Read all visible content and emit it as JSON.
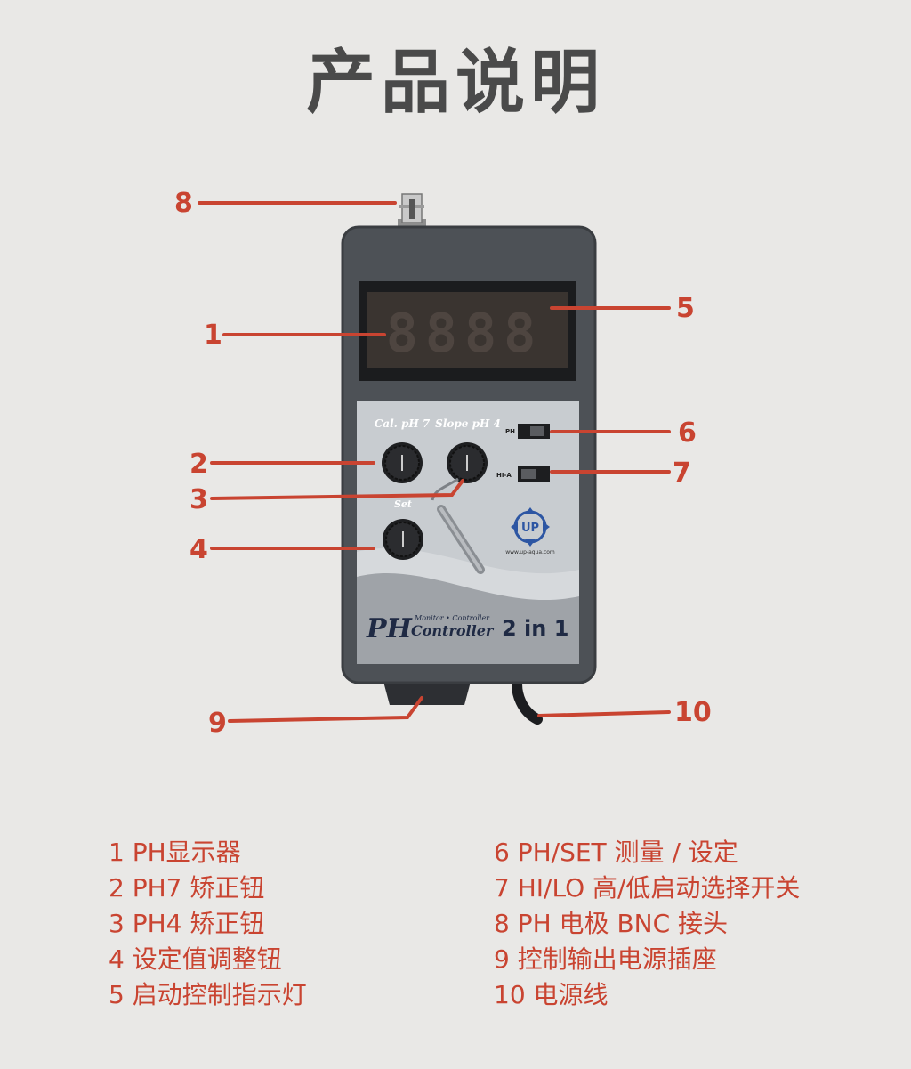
{
  "title": "产品说明",
  "device": {
    "display_digits": "8888",
    "knob_labels": {
      "cal": "Cal. pH 7",
      "slope": "Slope pH 4",
      "set": "Set"
    },
    "switch_labels": {
      "ph": "PH",
      "hi": "HI-A"
    },
    "logo_text": "UP",
    "logo_url": "www.up-aqua.com",
    "brand_main": "PH",
    "brand_sub": "Monitor • Controller",
    "brand_controller": "Controller",
    "brand_2in1": "2 in 1"
  },
  "callouts": [
    "1",
    "2",
    "3",
    "4",
    "5",
    "6",
    "7",
    "8",
    "9",
    "10"
  ],
  "legend_left": [
    "1 PH显示器",
    "2 PH7 矫正钮",
    "3 PH4 矫正钮",
    "4 设定值调整钮",
    "5 启动控制指示灯"
  ],
  "legend_right": [
    "6 PH/SET 测量 / 设定",
    "7 HI/LO 高/低启动选择开关",
    "8 PH 电极 BNC 接头",
    "9 控制输出电源插座",
    "10 电源线"
  ],
  "colors": {
    "accent": "#c94431",
    "background": "#e9e8e6",
    "title": "#4a4a4a"
  }
}
